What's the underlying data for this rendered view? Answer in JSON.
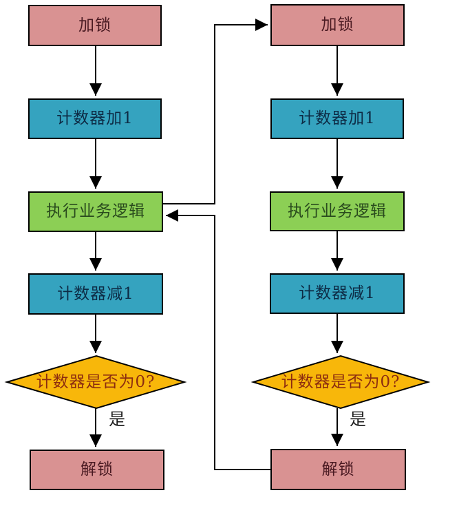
{
  "diagram": {
    "type": "flowchart",
    "columns": [
      {
        "id": "left-thread",
        "nodes": {
          "lock": "加锁",
          "increment": "计数器加1",
          "business": "执行业务逻辑",
          "decrement": "计数器减1",
          "decision": "计数器是否为0?",
          "yes_label": "是",
          "unlock": "解锁"
        }
      },
      {
        "id": "right-thread",
        "nodes": {
          "lock": "加锁",
          "increment": "计数器加1",
          "business": "执行业务逻辑",
          "decrement": "计数器减1",
          "decision": "计数器是否为0?",
          "yes_label": "是",
          "unlock": "解锁"
        }
      }
    ],
    "connectors": [
      {
        "id": "left-business-to-right-lock",
        "from": "left-thread.business",
        "to": "right-thread.lock"
      },
      {
        "id": "right-unlock-to-left-business",
        "from": "right-thread.unlock",
        "to": "left-thread.business"
      }
    ],
    "colors": {
      "lock_box_fill": "#d99292",
      "counter_box_fill": "#35a3bf",
      "business_box_fill": "#8ccf55",
      "decision_diamond_fill": "#f8b70a",
      "border_and_lines": "#000000",
      "lock_text": "#4a1a22",
      "counter_text": "#0d2b45",
      "business_text": "#294a1d",
      "decision_text": "#8c2c10",
      "yes_text": "#1a1a1a",
      "background": "#ffffff"
    }
  }
}
